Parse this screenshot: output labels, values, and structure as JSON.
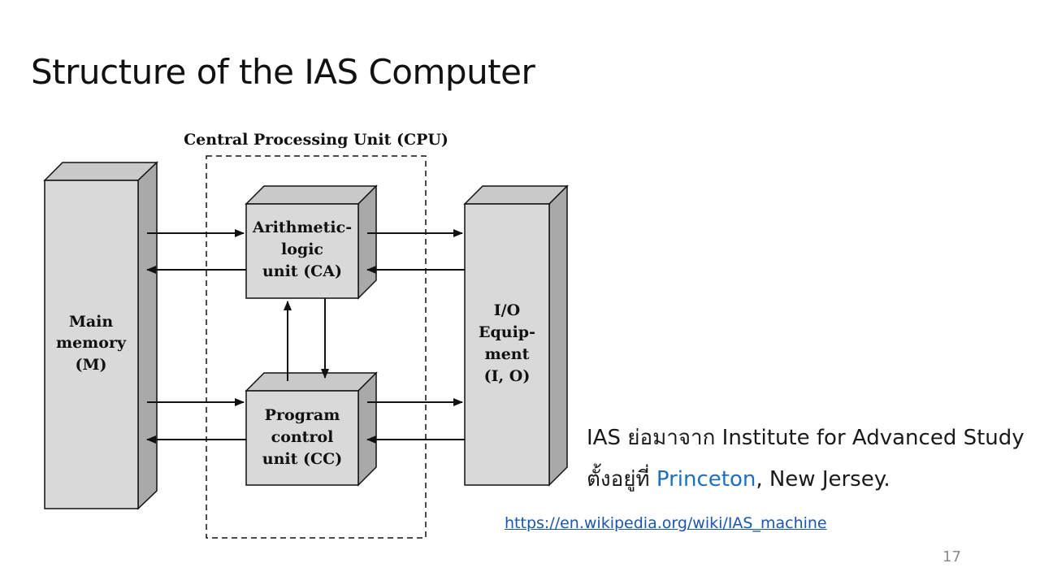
{
  "slide": {
    "title": "Structure of the IAS Computer",
    "page_number": "17"
  },
  "diagram": {
    "cpu_label": "Central Processing Unit (CPU)",
    "main_memory": [
      "Main",
      "memory",
      "(M)"
    ],
    "alu": [
      "Arithmetic-",
      "logic",
      "unit (CA)"
    ],
    "pcu": [
      "Program",
      "control",
      "unit (CC)"
    ],
    "io": [
      "I/O",
      "Equip-",
      "ment",
      "(I, O)"
    ],
    "colors": {
      "box_front": "#d9d9d9",
      "box_top": "#c9c9c9",
      "box_side": "#a9a9a9",
      "stroke": "#111111"
    }
  },
  "caption": {
    "line1": "IAS ย่อมาจาก  Institute for Advanced Study",
    "line2_prefix": "ตั้งอยู่ที่ ",
    "line2_link": "Princeton",
    "line2_suffix": ", New Jersey.",
    "link_color": "#1f6fc0"
  },
  "source_link": "https://en.wikipedia.org/wiki/IAS_machine"
}
